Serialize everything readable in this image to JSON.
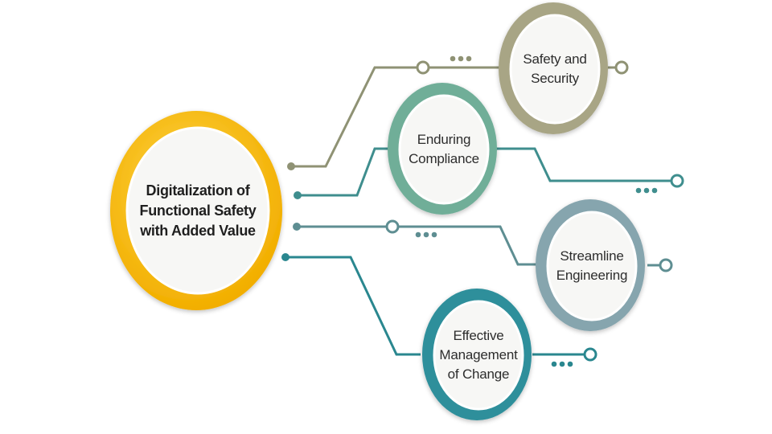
{
  "center": {
    "label": "Digitalization of\nFunctional Safety\nwith Added Value",
    "color": "#F5B800"
  },
  "branches": [
    {
      "label": "Safety and\nSecurity",
      "color": "#A8A585"
    },
    {
      "label": "Enduring\nCompliance",
      "color": "#6FAE98"
    },
    {
      "label": "Streamline\nEngineering",
      "color": "#86A5AE"
    },
    {
      "label": "Effective\nManagement\nof Change",
      "color": "#2E8F9B"
    }
  ],
  "connector_colors": {
    "safety": "#8F9274",
    "compliance": "#3F8E8E",
    "streamline": "#5E8E92",
    "change": "#2A878F"
  },
  "icons": [
    "ellipsis-dots-icon",
    "ring-end-icon",
    "dot-start-icon"
  ]
}
